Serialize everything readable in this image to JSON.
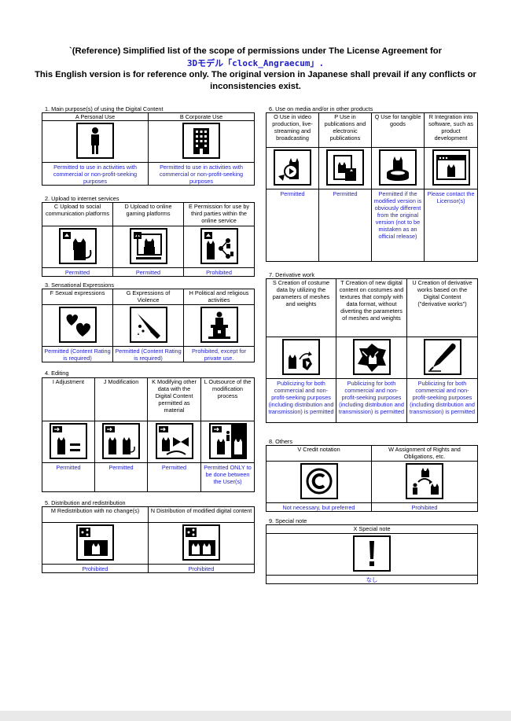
{
  "header": {
    "line1": "`(Reference) Simplified list of the scope of permissions under The License Agreement for",
    "line2": "3Dモデル「clock_Angraecum」.",
    "line3": "This English version is for reference only. The original version in Japanese shall prevail if any conflicts or inconsistencies exist."
  },
  "sections": {
    "s1": {
      "title": "1. Main purpose(s) of using the Digital Content",
      "items": [
        {
          "label": "A Personal Use",
          "status": "Permitted to use in activities with commercial or non-profit-seeking purposes",
          "icon": "person-icon"
        },
        {
          "label": "B  Corporate Use",
          "status": "Permitted to use in activities with commercial or non-profit-seeking purposes",
          "icon": "building-icon"
        }
      ]
    },
    "s2": {
      "title": "2. Upload to internet services",
      "items": [
        {
          "label": "C Upload to social communication platforms",
          "status": "Permitted",
          "icon": "cat-upload-icon"
        },
        {
          "label": "D Upload to online gaming platforms",
          "status": "Permitted",
          "icon": "cat-monitor-icon"
        },
        {
          "label": "E Permission for use by third parties within the online service",
          "status": "Prohibited",
          "icon": "cat-share-icon"
        }
      ]
    },
    "s3": {
      "title": "3. Sensational Expressions",
      "items": [
        {
          "label": "F Sexual expressions",
          "status": "Permitted (Content Rating is required)",
          "icon": "hearts-icon"
        },
        {
          "label": "G Expressions of Violence",
          "status": "Permitted (Content Rating is required)",
          "icon": "knife-icon"
        },
        {
          "label": "H Political and religious activities",
          "status": "Prohibited, except for private use.",
          "icon": "podium-icon"
        }
      ]
    },
    "s4": {
      "title": "4. Editing",
      "items": [
        {
          "label": "I Adjustment",
          "status": "Permitted",
          "icon": "cat-equal-icon"
        },
        {
          "label": "J Modification",
          "status": "Permitted",
          "icon": "cat-pair-icon"
        },
        {
          "label": "K Modifying other data with the Digital Content permitted as material",
          "status": "Permitted",
          "icon": "cat-bow-icon"
        },
        {
          "label": "L Outsource of the modification process",
          "status": "Permitted ONLY to be done between the User(s)",
          "icon": "cat-outsource-icon"
        }
      ]
    },
    "s5": {
      "title": "5. Distribution and redistribution",
      "items": [
        {
          "label": "M Redistribution with no change(s)",
          "status": "Prohibited",
          "icon": "cat-redistribute-icon"
        },
        {
          "label": "N Distribution of modified digital content",
          "status": "Prohibited",
          "icon": "cat-distribute-mod-icon"
        }
      ]
    },
    "s6": {
      "title": "6. Use on media and/or in other products",
      "items": [
        {
          "label": "O Use in video production, live-streaming and broadcasting",
          "status": "Permitted",
          "icon": "cat-video-icon"
        },
        {
          "label": "P Use in publications and electronic publications",
          "status": "Permitted",
          "icon": "cat-book-icon"
        },
        {
          "label": "Q Use for tangible goods",
          "status": "Permitted if the modified version is obviously different from the original version (not to be mistaken as an official release)",
          "icon": "cat-goods-icon"
        },
        {
          "label": "R Integration into software, such as product development",
          "status": "Please contact the Licensor(s)",
          "icon": "cat-software-icon"
        }
      ]
    },
    "s7": {
      "title": "7. Derivative work",
      "items": [
        {
          "label": "S Creation of costume data by utilizing the parameters of meshes and weights",
          "status": "Publicizing for both commercial and non-profit-seeking purposes (including distribution and transmission) is permitted",
          "icon": "cat-costume-icon"
        },
        {
          "label": "T Creation of new digital content on costumes and textures that comply with data format, without diverting the parameters of meshes and weights",
          "status": "Publicizing for both commercial and non-profit-seeking purposes (including distribution and transmission) is permitted",
          "icon": "cat-texture-icon"
        },
        {
          "label": "U Creation of derivative works based on the Digital Content (\"derivative works\")",
          "status": "Publicizing for both commercial and non-profit-seeking purposes (including distribution and transmission) is permitted",
          "icon": "pen-icon"
        }
      ]
    },
    "s8": {
      "title": "8. Others",
      "items": [
        {
          "label": "V Credit notation",
          "status": "Not necessary, but preferred",
          "icon": "copyright-icon"
        },
        {
          "label": "W Assignment of Rights and Obligations, etc.",
          "status": "Prohibited",
          "icon": "cat-transfer-icon"
        }
      ]
    },
    "s9": {
      "title": "9. Special note",
      "items": [
        {
          "label": "X Special note",
          "status": "なし",
          "icon": "exclamation-icon"
        }
      ]
    }
  },
  "colors": {
    "status_blue": "#2222cc",
    "header_blue": "#2020c8",
    "border": "#000000"
  }
}
